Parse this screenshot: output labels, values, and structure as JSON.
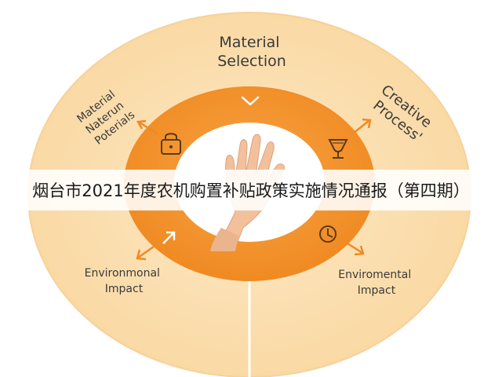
{
  "diagram": {
    "top_label": [
      "Material",
      "Selection"
    ],
    "left_label": [
      "Material",
      "Naterun",
      "Poterials"
    ],
    "right_label": [
      "Creative",
      "Process'"
    ],
    "bottom_left_label": [
      "Environmonal",
      "Impact"
    ],
    "bottom_right_label": [
      "Enviromental",
      "Impact"
    ]
  },
  "banner": {
    "text": "烟台市2021年度农机购置补贴政策实施情况通报（第四期）"
  },
  "colors": {
    "outer_ring": "#fbe2b8",
    "outer_ring_edge": "#f6d29a",
    "inner_ring": "#f4962e",
    "center": "#ffffff",
    "skin": "#f2c19c",
    "text": "#3a3a3a"
  },
  "icons": [
    "arrow-down-icon",
    "lock-icon",
    "goblet-icon",
    "arrow-up-right-icon",
    "clock-icon",
    "hand-icon"
  ]
}
